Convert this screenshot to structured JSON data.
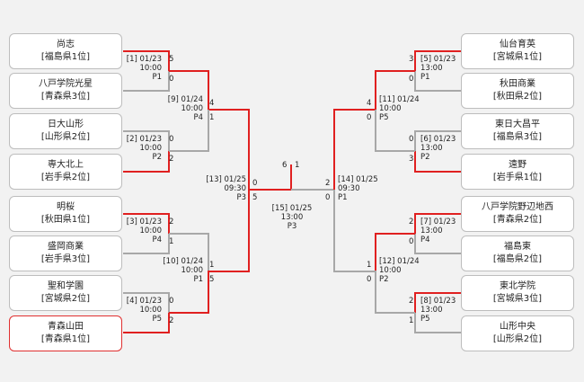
{
  "teams": [
    {
      "name": "尚志",
      "seed": "[福島県1位]"
    },
    {
      "name": "八戸学院光星",
      "seed": "[青森県3位]"
    },
    {
      "name": "日大山形",
      "seed": "[山形県2位]"
    },
    {
      "name": "専大北上",
      "seed": "[岩手県2位]"
    },
    {
      "name": "明桜",
      "seed": "[秋田県1位]"
    },
    {
      "name": "盛岡商業",
      "seed": "[岩手県3位]"
    },
    {
      "name": "聖和学園",
      "seed": "[宮城県2位]"
    },
    {
      "name": "青森山田",
      "seed": "[青森県1位]"
    },
    {
      "name": "仙台育英",
      "seed": "[宮城県1位]"
    },
    {
      "name": "秋田商業",
      "seed": "[秋田県2位]"
    },
    {
      "name": "東日大昌平",
      "seed": "[福島県3位]"
    },
    {
      "name": "遠野",
      "seed": "[岩手県1位]"
    },
    {
      "name": "八戸学院野辺地西",
      "seed": "[青森県2位]"
    },
    {
      "name": "福島東",
      "seed": "[福島県2位]"
    },
    {
      "name": "東北学院",
      "seed": "[宮城県3位]"
    },
    {
      "name": "山形中央",
      "seed": "[山形県2位]"
    }
  ],
  "matches": [
    {
      "id": "[1]",
      "date": "01/23",
      "time": "10:00",
      "venue": "P1",
      "score_top": "5",
      "score_bottom": "0"
    },
    {
      "id": "[2]",
      "date": "01/23",
      "time": "10:00",
      "venue": "P2",
      "score_top": "0",
      "score_bottom": "2"
    },
    {
      "id": "[3]",
      "date": "01/23",
      "time": "10:00",
      "venue": "P4",
      "score_top": "2",
      "score_bottom": "1"
    },
    {
      "id": "[4]",
      "date": "01/23",
      "time": "10:00",
      "venue": "P5",
      "score_top": "0",
      "score_bottom": "2"
    },
    {
      "id": "[5]",
      "date": "01/23",
      "time": "13:00",
      "venue": "P1",
      "score_top": "3",
      "score_bottom": "0"
    },
    {
      "id": "[6]",
      "date": "01/23",
      "time": "13:00",
      "venue": "P2",
      "score_top": "0",
      "score_bottom": "3"
    },
    {
      "id": "[7]",
      "date": "01/23",
      "time": "13:00",
      "venue": "P4",
      "score_top": "2",
      "score_bottom": "0"
    },
    {
      "id": "[8]",
      "date": "01/23",
      "time": "13:00",
      "venue": "P5",
      "score_top": "2",
      "score_bottom": "1"
    },
    {
      "id": "[9]",
      "date": "01/24",
      "time": "10:00",
      "venue": "P4",
      "score_top": "4",
      "score_bottom": "1"
    },
    {
      "id": "[10]",
      "date": "01/24",
      "time": "10:00",
      "venue": "P1",
      "score_top": "1",
      "score_bottom": "5"
    },
    {
      "id": "[11]",
      "date": "01/24",
      "time": "10:00",
      "venue": "P5",
      "score_top": "4",
      "score_bottom": "0"
    },
    {
      "id": "[12]",
      "date": "01/24",
      "time": "10:00",
      "venue": "P2",
      "score_top": "1",
      "score_bottom": "0"
    },
    {
      "id": "[13]",
      "date": "01/25",
      "time": "09:30",
      "venue": "P3",
      "score_top": "0",
      "score_bottom": "5"
    },
    {
      "id": "[14]",
      "date": "01/25",
      "time": "09:30",
      "venue": "P1",
      "score_top": "2",
      "score_bottom": "0"
    },
    {
      "id": "[15]",
      "date": "01/25",
      "time": "13:00",
      "venue": "P3",
      "score_left": "6",
      "score_right": "1"
    }
  ],
  "colors": {
    "winner_line": "#e02020",
    "loser_line": "#a8a8a8",
    "background": "#f2f2f2"
  }
}
